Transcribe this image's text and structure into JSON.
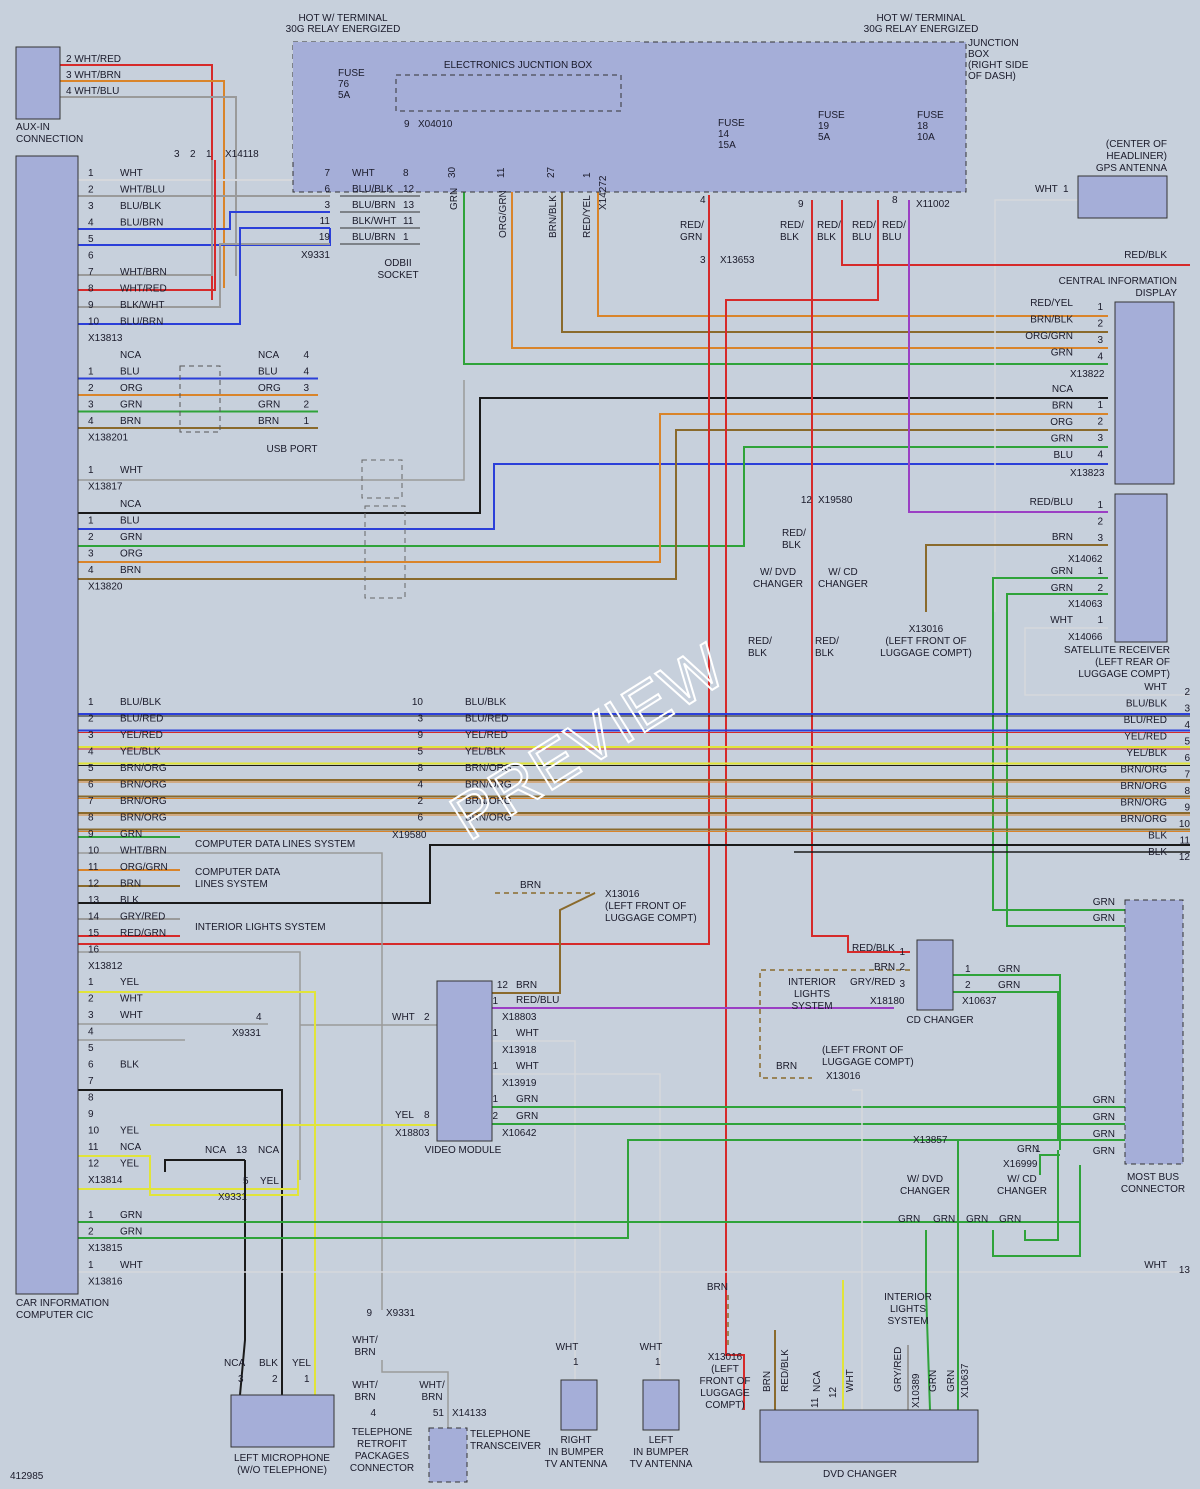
{
  "doc_id": "412985",
  "watermark": "PREVIEW",
  "colors": {
    "background": "#c7d0dc",
    "module_fill": "#a5aed8",
    "WHT": "#d6d8dc",
    "BLU": "#2b3fd9",
    "GRN": "#2fa33a",
    "ORG": "#d9842a",
    "BRN": "#8a6a2c",
    "BLK": "#1a1a1a",
    "RED": "#d62a2a",
    "YEL": "#e1e43a",
    "VIO": "#9b3fc4",
    "GRY": "#9a9a9a"
  },
  "modules": [
    {
      "name": "aux-in",
      "label": "AUX-IN\nCONNECTION"
    },
    {
      "name": "cic",
      "label": "CAR INFORMATION\nCOMPUTER CIC"
    },
    {
      "name": "junction-box",
      "label": "JUNCTION\nBOX\n(RIGHT SIDE\nOF DASH)"
    },
    {
      "name": "electronics-junction-box",
      "label": "ELECTRONICS JUCNTION BOX"
    },
    {
      "name": "gps-antenna",
      "label": "(CENTER OF\nHEADLINER)\nGPS ANTENNA"
    },
    {
      "name": "central-information-display",
      "label": "CENTRAL INFORMATION\nDISPLAY"
    },
    {
      "name": "satellite-receiver",
      "label": "SATELLITE RECEIVER\n(LEFT REAR OF\nLUGGAGE COMPT)"
    },
    {
      "name": "most-bus-connector",
      "label": "MOST BUS\nCONNECTOR"
    },
    {
      "name": "cd-changer",
      "label": "CD CHANGER"
    },
    {
      "name": "video-module",
      "label": "VIDEO MODULE"
    },
    {
      "name": "dvd-changer",
      "label": "DVD CHANGER"
    },
    {
      "name": "left-microphone",
      "label": "LEFT MICROPHONE\n(W/O TELEPHONE)"
    },
    {
      "name": "telephone-retrofit",
      "label": "TELEPHONE\nRETROFIT\nPACKAGES\nCONNECTOR"
    },
    {
      "name": "telephone-transceiver",
      "label": "TELEPHONE\nTRANSCEIVER"
    },
    {
      "name": "right-tv-antenna",
      "label": "RIGHT\nIN BUMPER\nTV ANTENNA"
    },
    {
      "name": "left-tv-antenna",
      "label": "LEFT\nIN BUMPER\nTV ANTENNA"
    }
  ],
  "labels": {
    "hot_left": "HOT W/ TERMINAL\n30G RELAY ENERGIZED",
    "hot_right": "HOT W/ TERMINAL\n30G RELAY ENERGIZED",
    "fuse76": "FUSE\n76\n5A",
    "fuse14": "FUSE\n14\n15A",
    "fuse19": "FUSE\n19\n5A",
    "fuse18": "FUSE\n18\n10A",
    "odbii": "ODBII\nSOCKET",
    "usb": "USB PORT",
    "computer_data_lines_system": "COMPUTER DATA LINES SYSTEM",
    "computer_data_lines_system2": "COMPUTER DATA\nLINES SYSTEM",
    "interior_lights_system": "INTERIOR LIGHTS SYSTEM",
    "interior_lights_system2": "INTERIOR\nLIGHTS\nSYSTEM",
    "interior_lights_system3": "INTERIOR\nLIGHTS\nSYSTEM",
    "ground_x13016_a": "X13016\n(LEFT FRONT OF\nLUGGAGE COMPT)",
    "ground_x13016_b": "X13016\n(LEFT FRONT OF\nLUGGAGE COMPT)",
    "ground_x13016_c": "(LEFT FRONT OF\nLUGGAGE COMPT)",
    "ground_x13016_c2": "X13016",
    "ground_x13016_d": "X13016\n(LEFT\nFRONT OF\nLUGGAGE\nCOMPT)",
    "w_dvd_changer": "W/ DVD\nCHANGER",
    "w_cd_changer": "W/ CD\nCHANGER",
    "w_dvd_changer2": "W/ DVD\nCHANGER",
    "w_cd_changer2": "W/ CD\nCHANGER"
  },
  "connectors": [
    "X14118",
    "X13813",
    "X138201",
    "X13817",
    "X13820",
    "X13812",
    "X13814",
    "X13815",
    "X13816",
    "X9331",
    "X9331",
    "X9331",
    "X9331",
    "X04010",
    "X14272",
    "X13653",
    "X11002",
    "X19580",
    "X19580",
    "X13822",
    "X13823",
    "X14062",
    "X14063",
    "X14066",
    "X18180",
    "X10637",
    "X18803",
    "X18803",
    "X13918",
    "X13919",
    "X10642",
    "X13857",
    "X16999",
    "X10389",
    "X10637",
    "X14133"
  ],
  "cic_blocks": [
    {
      "conn": "X13813",
      "pins": [
        [
          "1",
          "WHT"
        ],
        [
          "2",
          "WHT/BLU"
        ],
        [
          "3",
          "BLU/BLK"
        ],
        [
          "4",
          "BLU/BRN"
        ],
        [
          "5",
          ""
        ],
        [
          "6",
          ""
        ],
        [
          "7",
          "WHT/BRN"
        ],
        [
          "8",
          "WHT/RED"
        ],
        [
          "9",
          "BLK/WHT"
        ],
        [
          "10",
          "BLU/BRN"
        ]
      ]
    },
    {
      "conn": "X138201",
      "pins": [
        [
          "",
          "NCA"
        ],
        [
          "1",
          "BLU"
        ],
        [
          "2",
          "ORG"
        ],
        [
          "3",
          "GRN"
        ],
        [
          "4",
          "BRN"
        ]
      ]
    },
    {
      "conn": "X13817",
      "pins": [
        [
          "1",
          "WHT"
        ]
      ]
    },
    {
      "conn": "X13820",
      "pins": [
        [
          "",
          "NCA"
        ],
        [
          "1",
          "BLU"
        ],
        [
          "2",
          "GRN"
        ],
        [
          "3",
          "ORG"
        ],
        [
          "4",
          "BRN"
        ]
      ]
    },
    {
      "conn": "X13812",
      "pins": [
        [
          "1",
          "BLU/BLK"
        ],
        [
          "2",
          "BLU/RED"
        ],
        [
          "3",
          "YEL/RED"
        ],
        [
          "4",
          "YEL/BLK"
        ],
        [
          "5",
          "BRN/ORG"
        ],
        [
          "6",
          "BRN/ORG"
        ],
        [
          "7",
          "BRN/ORG"
        ],
        [
          "8",
          "BRN/ORG"
        ],
        [
          "9",
          "GRN"
        ],
        [
          "10",
          "WHT/BRN"
        ],
        [
          "11",
          "ORG/GRN"
        ],
        [
          "12",
          "BRN"
        ],
        [
          "13",
          "BLK"
        ],
        [
          "14",
          "GRY/RED"
        ],
        [
          "15",
          "RED/GRN"
        ],
        [
          "16",
          ""
        ]
      ]
    },
    {
      "conn": "X13814",
      "pins": [
        [
          "1",
          "YEL"
        ],
        [
          "2",
          "WHT"
        ],
        [
          "3",
          "WHT"
        ],
        [
          "4",
          ""
        ],
        [
          "5",
          ""
        ],
        [
          "6",
          "BLK"
        ],
        [
          "7",
          ""
        ],
        [
          "8",
          ""
        ],
        [
          "9",
          ""
        ],
        [
          "10",
          "YEL"
        ],
        [
          "11",
          "NCA"
        ],
        [
          "12",
          "YEL"
        ]
      ]
    },
    {
      "conn": "X13815",
      "pins": [
        [
          "1",
          "GRN"
        ],
        [
          "2",
          "GRN"
        ]
      ]
    },
    {
      "conn": "X13816",
      "pins": [
        [
          "1",
          "WHT"
        ]
      ]
    }
  ],
  "aux_pins": [
    [
      "2",
      "WHT/RED"
    ],
    [
      "3",
      "WHT/BRN"
    ],
    [
      "4",
      "WHT/BLU"
    ]
  ],
  "odbii_pins": [
    [
      "7",
      "WHT",
      "8"
    ],
    [
      "6",
      "BLU/BLK",
      "12"
    ],
    [
      "3",
      "BLU/BRN",
      "13"
    ],
    [
      "11",
      "BLK/WHT",
      "11"
    ],
    [
      "19",
      "BLU/BRN",
      "1"
    ]
  ],
  "usb_pins": [
    [
      "NCA",
      "4"
    ],
    [
      "BLU",
      "4"
    ],
    [
      "ORG",
      "3"
    ],
    [
      "GRN",
      "2"
    ],
    [
      "BRN",
      "1"
    ]
  ],
  "cid_x13822": [
    [
      "RED/YEL",
      "1"
    ],
    [
      "BRN/BLK",
      "2"
    ],
    [
      "ORG/GRN",
      "3"
    ],
    [
      "GRN",
      "4"
    ]
  ],
  "cid_x13823": [
    [
      "NCA",
      ""
    ],
    [
      "BRN",
      "1"
    ],
    [
      "ORG",
      "2"
    ],
    [
      "GRN",
      "3"
    ],
    [
      "BLU",
      "4"
    ]
  ],
  "sat_pins": [
    [
      "RED/BLU",
      "1"
    ],
    [
      "",
      "2"
    ],
    [
      "BRN",
      "3"
    ]
  ],
  "bus_rows": [
    [
      "BLU/BLK",
      "10",
      "BLU/BLK",
      "1"
    ],
    [
      "BLU/RED",
      "3",
      "BLU/RED",
      "2"
    ],
    [
      "YEL/RED",
      "9",
      "YEL/RED",
      "3"
    ],
    [
      "YEL/BLK",
      "5",
      "YEL/BLK",
      "4"
    ],
    [
      "BRN/ORG",
      "8",
      "BRN/ORG",
      "5"
    ],
    [
      "BRN/ORG",
      "4",
      "BRN/ORG",
      "6"
    ],
    [
      "BRN/ORG",
      "2",
      "BRN/ORG",
      "7"
    ],
    [
      "BRN/ORG",
      "6",
      "BRN/ORG",
      "8"
    ]
  ],
  "right_side_labels": [
    [
      "WHT",
      "2"
    ],
    [
      "BLU/BLK",
      "3"
    ],
    [
      "BLU/RED",
      "4"
    ],
    [
      "YEL/RED",
      "5"
    ],
    [
      "YEL/BLK",
      "6"
    ],
    [
      "BRN/ORG",
      "7"
    ],
    [
      "BRN/ORG",
      "8"
    ],
    [
      "BRN/ORG",
      "9"
    ],
    [
      "BRN/ORG",
      "10"
    ],
    [
      "BLK",
      "11"
    ],
    [
      "BLK",
      "12"
    ],
    [
      "WHT",
      "13"
    ]
  ]
}
